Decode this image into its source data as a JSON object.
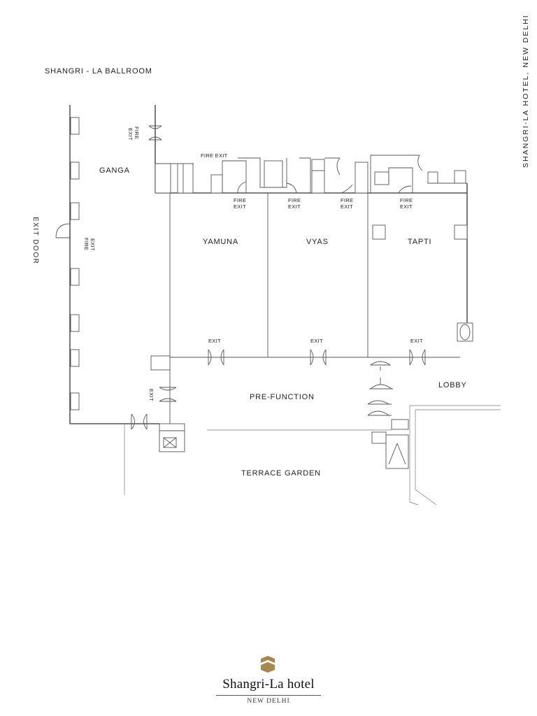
{
  "title": "SHANGRI - LA BALLROOM",
  "side_title": "SHANGRI-LA HOTEL, NEW DELHI",
  "rooms": {
    "ganga": "GANGA",
    "yamuna": "YAMUNA",
    "vyas": "VYAS",
    "tapti": "TAPTI",
    "pre_function": "PRE-FUNCTION",
    "lobby": "LOBBY",
    "terrace_garden": "TERRACE GARDEN"
  },
  "signs": {
    "fire": "FIRE",
    "exit": "EXIT",
    "fire_exit": "FIRE EXIT",
    "exit_door": "EXIT DOOR"
  },
  "brand": {
    "name": "Shangri-La hotel",
    "city": "NEW DELHI",
    "accent_color": "#a8874a"
  }
}
